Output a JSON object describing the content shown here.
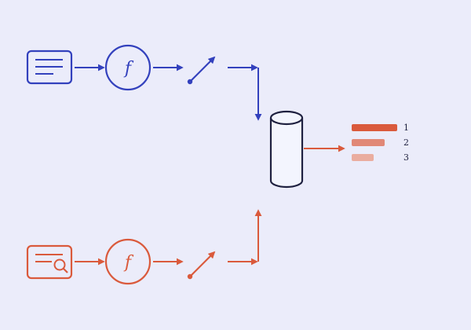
{
  "colors": {
    "background": "#EBECFA",
    "top_flow": "#3341BD",
    "bottom_flow": "#DA5A3C",
    "db_stroke": "#1F2140",
    "db_fill": "#F3F5FE",
    "rank_1": "#DA5A3C",
    "rank_2": "#E18877",
    "rank_3": "#EAAD9F",
    "rank_text": "#1F2140"
  },
  "top_pipeline": {
    "source_icon": "document-icon",
    "function_label": "f",
    "transform_icon": "arrow-up-right-icon"
  },
  "bottom_pipeline": {
    "source_icon": "document-search-icon",
    "function_label": "f",
    "transform_icon": "arrow-up-right-icon"
  },
  "database": {
    "icon": "database-cylinder-icon"
  },
  "ranked_results": [
    {
      "label": "1",
      "score": 1.0
    },
    {
      "label": "2",
      "score": 0.72
    },
    {
      "label": "3",
      "score": 0.48
    }
  ]
}
